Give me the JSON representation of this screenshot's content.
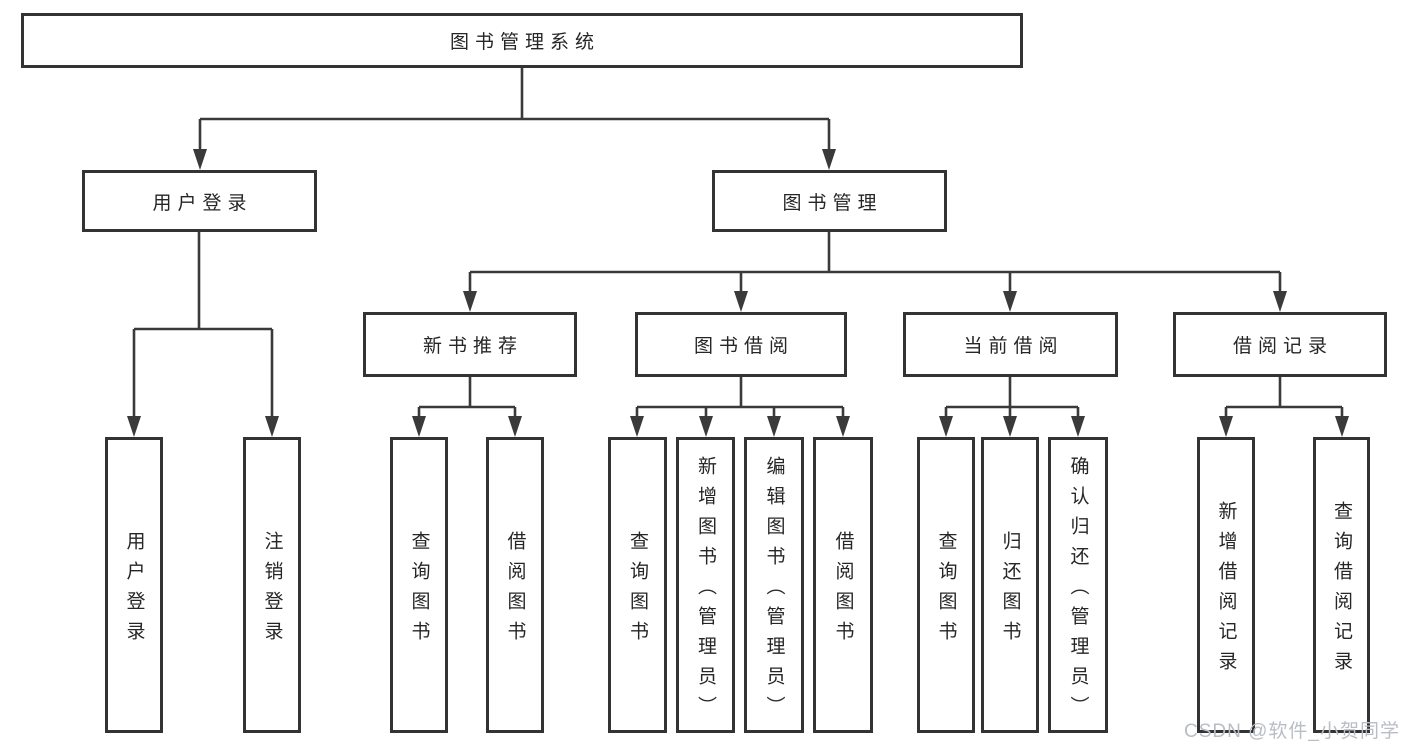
{
  "diagram": {
    "root": {
      "label": "图书管理系统"
    },
    "user_login": {
      "label": "用户登录",
      "children": [
        {
          "label": "用户登录"
        },
        {
          "label": "注销登录"
        }
      ]
    },
    "book_management": {
      "label": "图书管理",
      "new_book_recommend": {
        "label": "新书推荐",
        "children": [
          {
            "label": "查询图书"
          },
          {
            "label": "借阅图书"
          }
        ]
      },
      "book_borrowing": {
        "label": "图书借阅",
        "children": [
          {
            "label": "查询图书"
          },
          {
            "label": "新增图书（管理员）"
          },
          {
            "label": "编辑图书（管理员）"
          },
          {
            "label": "借阅图书"
          }
        ]
      },
      "current_borrowing": {
        "label": "当前借阅",
        "children": [
          {
            "label": "查询图书"
          },
          {
            "label": "归还图书"
          },
          {
            "label": "确认归还（管理员）"
          }
        ]
      },
      "borrowing_records": {
        "label": "借阅记录",
        "children": [
          {
            "label": "新增借阅记录"
          },
          {
            "label": "查询借阅记录"
          }
        ]
      }
    }
  },
  "watermark": {
    "text": "CSDN @软件_小贺同学"
  },
  "colors": {
    "background": "#ffffff",
    "line": "#3a3a3a",
    "box_border": "#333333",
    "text": "#262626",
    "watermark": "#b9bdc4"
  }
}
